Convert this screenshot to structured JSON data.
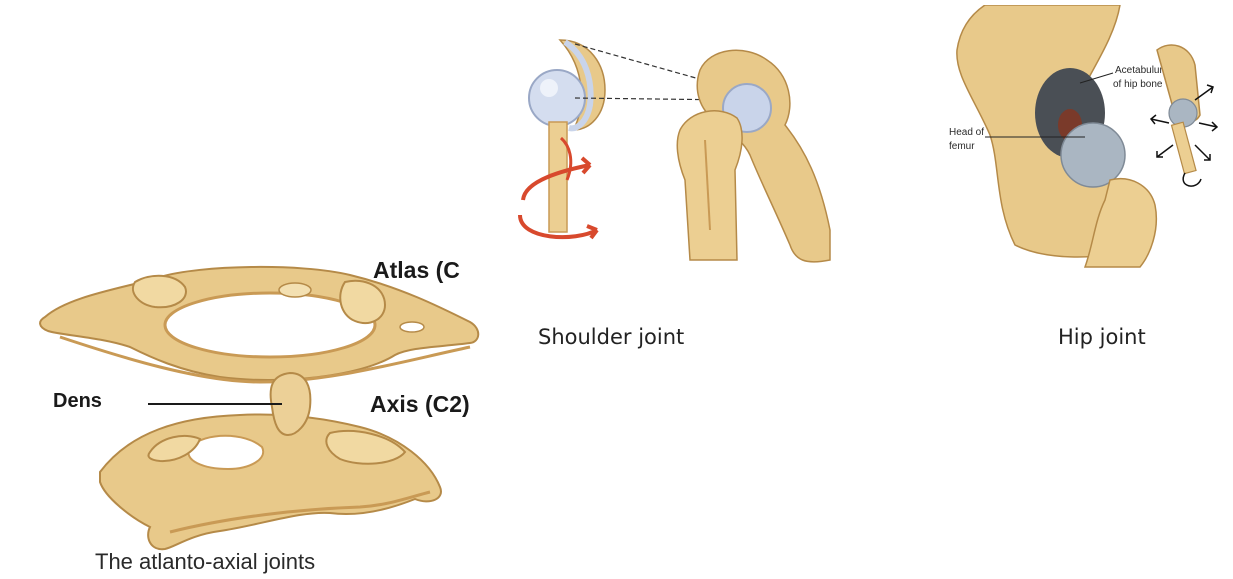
{
  "colors": {
    "bone": "#e8c98a",
    "bone_shadow": "#c99a55",
    "cartilage": "#c9d4ea",
    "arrow": "#d8492d",
    "background": "#ffffff"
  },
  "atlanto_axial": {
    "label_atlas": "Atlas (C",
    "label_dens": "Dens",
    "label_axis": "Axis (C2)",
    "caption": "The atlanto-axial joints"
  },
  "shoulder": {
    "caption": "Shoulder joint"
  },
  "hip": {
    "label_acetabulum_line1": "Acetabulum",
    "label_acetabulum_line2": "of hip bone",
    "label_head_line1": "Head of",
    "label_head_line2": "femur",
    "caption": "Hip joint"
  },
  "icons": [
    "rotation-arrow-icon",
    "multidirectional-arrows-icon"
  ]
}
